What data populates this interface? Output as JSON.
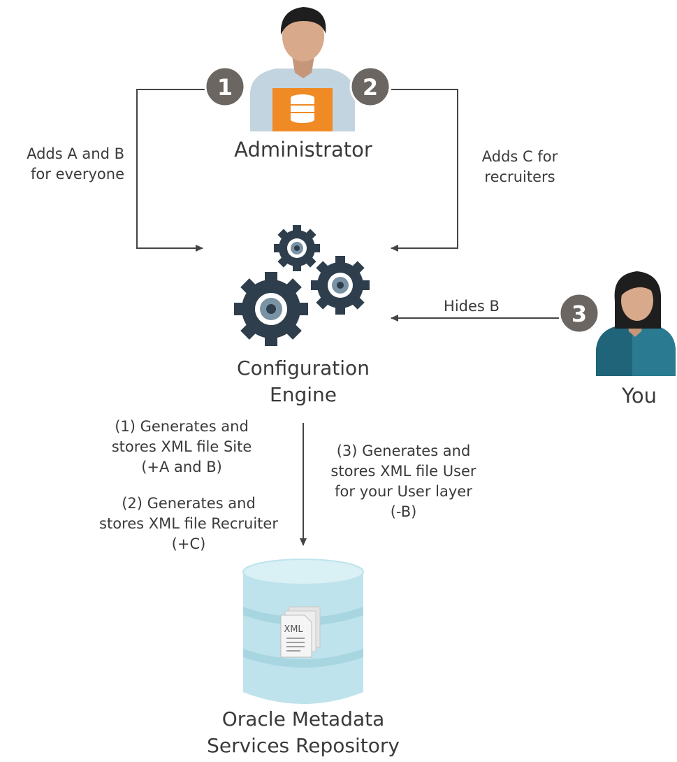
{
  "actors": {
    "administrator": "Administrator",
    "you": "You"
  },
  "steps": {
    "one": "1",
    "two": "2",
    "three": "3"
  },
  "edges": {
    "admin_to_engine_left": [
      "Adds A and B",
      "for everyone"
    ],
    "admin_to_engine_right": [
      "Adds C for",
      "recruiters"
    ],
    "you_to_engine": "Hides B",
    "engine_to_repo_left_1": [
      "(1) Generates and",
      "stores XML file Site",
      "(+A and B)"
    ],
    "engine_to_repo_left_2": [
      "(2) Generates and",
      "stores XML file Recruiter",
      "(+C)"
    ],
    "engine_to_repo_right": [
      "(3) Generates and",
      "stores XML file User",
      "for your User layer",
      "(-B)"
    ]
  },
  "nodes": {
    "engine": [
      "Configuration",
      "Engine"
    ],
    "repository": [
      "Oracle Metadata",
      "Services Repository"
    ],
    "document_label": "XML"
  },
  "colors": {
    "arrow": "#444444",
    "badge": "#6b6661",
    "gear": "#2e3e4c",
    "gear_ring": "#ffffff",
    "gear_inner": "#7993a4",
    "db_orange": "#f08a24",
    "admin_shirt": "#c2d4df",
    "you_shirt": "#2a7b92",
    "skin": "#d8a98a",
    "hair": "#1e1e1e",
    "repo": "#bfe3ec",
    "repo_band": "#a7d6e1"
  }
}
